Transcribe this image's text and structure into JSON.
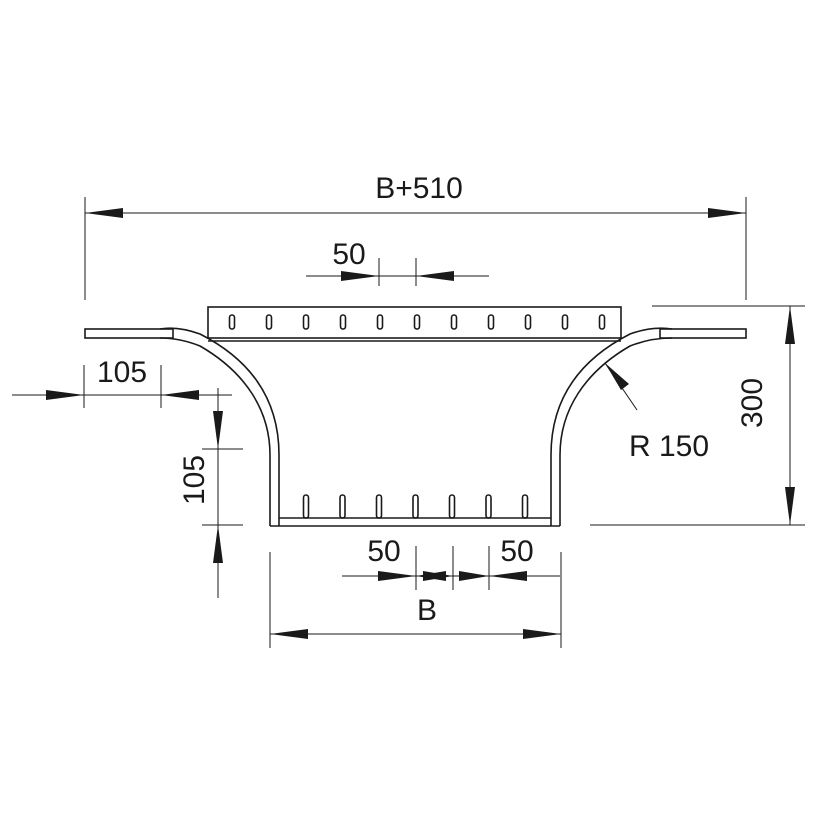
{
  "drawing": {
    "dimensions": {
      "overall_width": "B+510",
      "rung_slot_spacing_top": "50",
      "side_offset": "105",
      "side_height": "105",
      "total_height": "300",
      "radius": "R 150",
      "slot_spacing_bottom_left": "50",
      "slot_spacing_bottom_right": "50",
      "inner_width": "B"
    },
    "slot_counts": {
      "top_plate": 11,
      "bottom_plate": 7
    },
    "colors": {
      "line": "#1a1a1a",
      "background": "#ffffff"
    }
  }
}
